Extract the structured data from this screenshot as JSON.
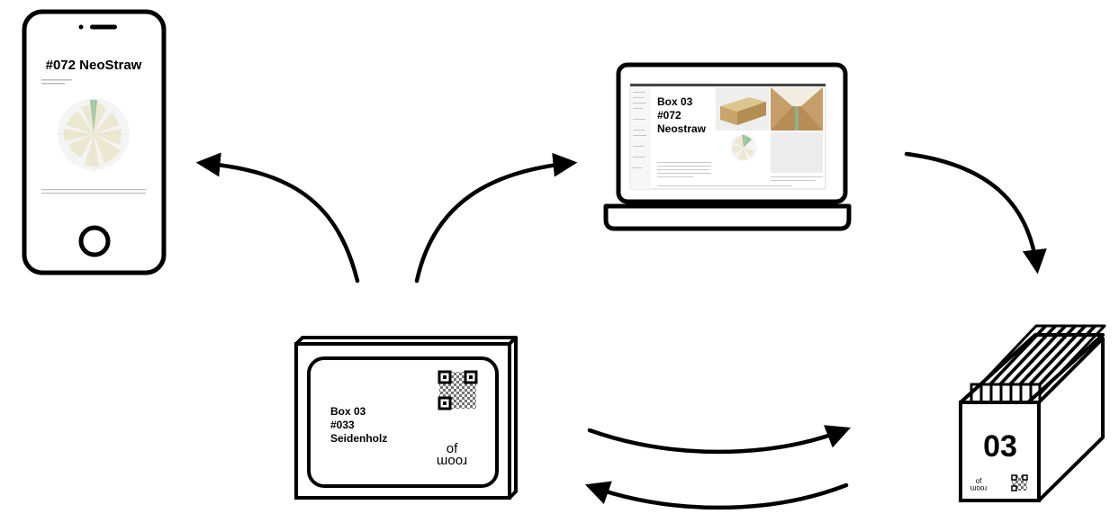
{
  "phone": {
    "title": "#072 NeoStraw"
  },
  "laptop": {
    "line1": "Box 03",
    "line2": "#072",
    "line3": "Neostraw"
  },
  "sample_box": {
    "line1": "Box 03",
    "line2": "#033",
    "line3": "Seidenholz",
    "logo_line1": "of",
    "logo_line2": "room"
  },
  "crate": {
    "number": "03",
    "logo_line1": "of",
    "logo_line2": "room"
  },
  "colors": {
    "stroke": "#000000",
    "chart_beige": "#ece7cf",
    "chart_green": "#9cc79c",
    "wood": "#c9a468"
  }
}
